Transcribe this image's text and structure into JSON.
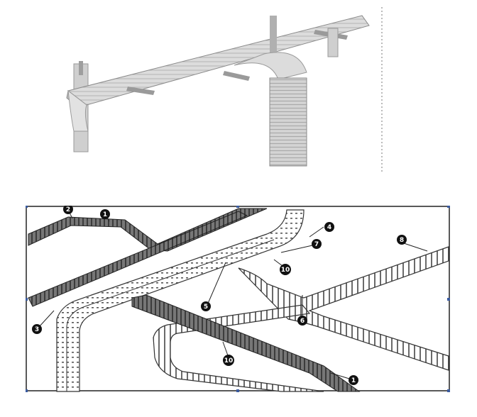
{
  "top_figure": {
    "description_icon": "cable-tray-3d-icon"
  },
  "bottom_figure": {
    "callouts": [
      {
        "id": "c2a",
        "label": "2"
      },
      {
        "id": "c1a",
        "label": "1"
      },
      {
        "id": "c4",
        "label": "4"
      },
      {
        "id": "c7",
        "label": "7"
      },
      {
        "id": "c8",
        "label": "8"
      },
      {
        "id": "c10a",
        "label": "10"
      },
      {
        "id": "c5",
        "label": "5"
      },
      {
        "id": "c3",
        "label": "3"
      },
      {
        "id": "c6",
        "label": "6"
      },
      {
        "id": "c10b",
        "label": "10"
      },
      {
        "id": "c1b",
        "label": "1"
      }
    ]
  },
  "colors": {
    "line": "#333333",
    "tray_fill": "#e6e6e6",
    "dark_tray": "#555555",
    "callout_fill": "#111111"
  }
}
